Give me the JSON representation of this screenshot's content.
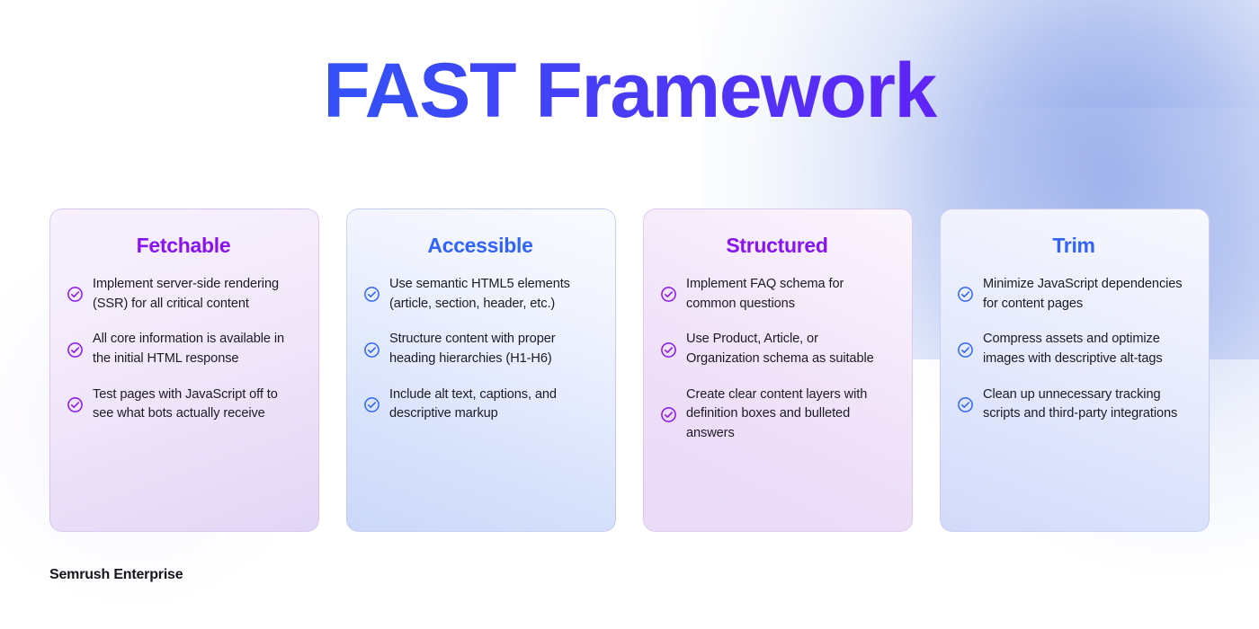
{
  "title": "FAST Framework",
  "footer": {
    "brand": "Semrush Enterprise"
  },
  "theme": {
    "title_gradient_start": "#2b55f5",
    "title_gradient_end": "#7a0af5",
    "purple_accent": "#8812f2",
    "blue_accent": "#2f63fb",
    "body_text": "#1b1b24",
    "page_background": "#ffffff",
    "glow_blue": "#879ee6"
  },
  "cards": [
    {
      "title": "Fetchable",
      "accent": "#8812f2",
      "icon": "check-circle-icon",
      "items": [
        "Implement server-side rendering (SSR) for all critical content",
        "All core information is available in the initial HTML response",
        "Test pages with JavaScript off to see what bots actually receive"
      ]
    },
    {
      "title": "Accessible",
      "accent": "#2f63fb",
      "icon": "check-circle-icon",
      "items": [
        "Use semantic HTML5 elements (article, section, header, etc.)",
        "Structure content with proper heading hierarchies (H1-H6)",
        "Include alt text, captions, and descriptive markup"
      ]
    },
    {
      "title": "Structured",
      "accent": "#8812f2",
      "icon": "check-circle-icon",
      "items": [
        "Implement FAQ schema for common questions",
        "Use Product, Article, or Organization schema as suitable",
        "Create clear content layers with definition boxes and bulleted answers"
      ]
    },
    {
      "title": "Trim",
      "accent": "#2f63fb",
      "icon": "check-circle-icon",
      "items": [
        "Minimize JavaScript dependencies for content pages",
        "Compress assets and optimize images with descriptive alt-tags",
        "Clean up unnecessary tracking scripts and third-party integrations"
      ]
    }
  ]
}
